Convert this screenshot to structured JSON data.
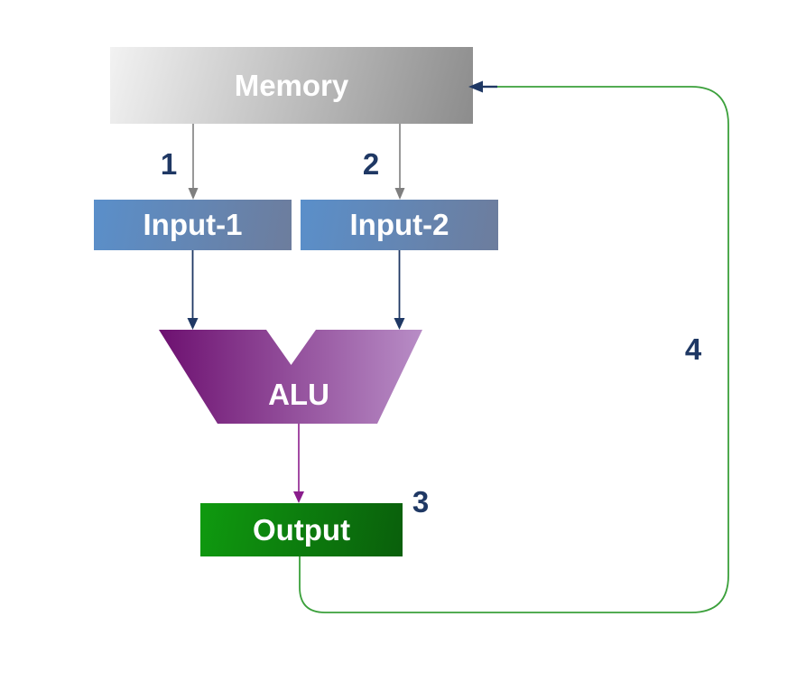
{
  "colors": {
    "background": "#ffffff",
    "memory_grad_start": "#f2f2f2",
    "memory_grad_end": "#8c8c8c",
    "input_grad_start": "#5a8fca",
    "input_grad_end": "#6d7d9d",
    "alu_grad_start": "#6d1070",
    "alu_grad_end": "#b88dc6",
    "output_grad_start": "#0f9a0f",
    "output_grad_end": "#0a5f0c",
    "arrow_gray": "#7f7f7f",
    "arrow_navy": "#1f3864",
    "arrow_purple": "#8a1d8c",
    "arrow_green": "#3ba03b",
    "step_label_color": "#1f3864",
    "node_text_color": "#ffffff"
  },
  "nodes": {
    "memory": {
      "label": "Memory"
    },
    "input1": {
      "label": "Input-1"
    },
    "input2": {
      "label": "Input-2"
    },
    "alu": {
      "label": "ALU"
    },
    "output": {
      "label": "Output"
    }
  },
  "steps": {
    "s1": "1",
    "s2": "2",
    "s3": "3",
    "s4": "4"
  }
}
